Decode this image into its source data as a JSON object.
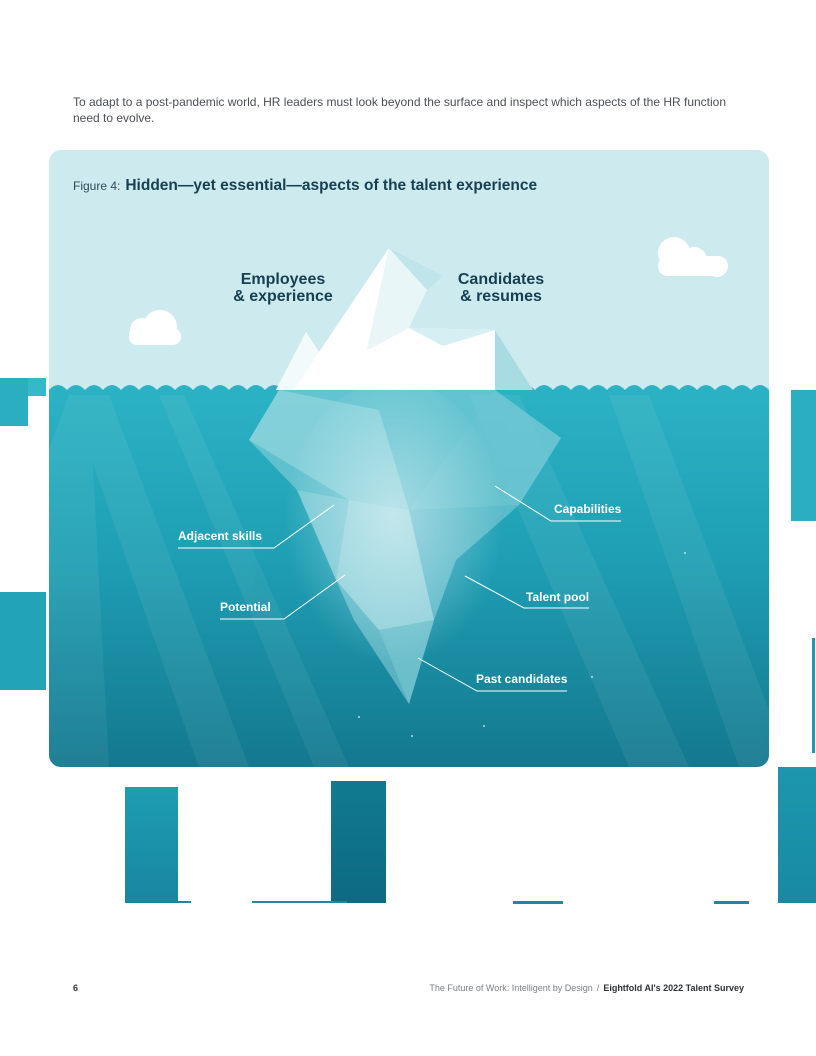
{
  "intro": {
    "text": "To adapt to a post-pandemic world, HR leaders must look beyond the surface and inspect which aspects of the HR function need to evolve."
  },
  "figure": {
    "number": "Figure 4:",
    "title": "Hidden—yet essential—aspects of the talent experience",
    "above_labels": {
      "left": [
        "Employees",
        "& experience"
      ],
      "right": [
        "Candidates",
        "& resumes"
      ]
    },
    "below_labels": {
      "adjacent_skills": "Adjacent skills",
      "potential": "Potential",
      "capabilities": "Capabilities",
      "talent_pool": "Talent pool",
      "past_candidates": "Past candidates"
    },
    "colors": {
      "sky": "#cdeaee",
      "water_top": "#2bb3c4",
      "water_bottom": "#13788f",
      "ice": "#ffffff",
      "title_text": "#173f52"
    }
  },
  "footer": {
    "page_number": "6",
    "publication": "The Future of Work: Intelligent by Design",
    "separator": "/",
    "report": "Eightfold AI's 2022 Talent Survey"
  }
}
